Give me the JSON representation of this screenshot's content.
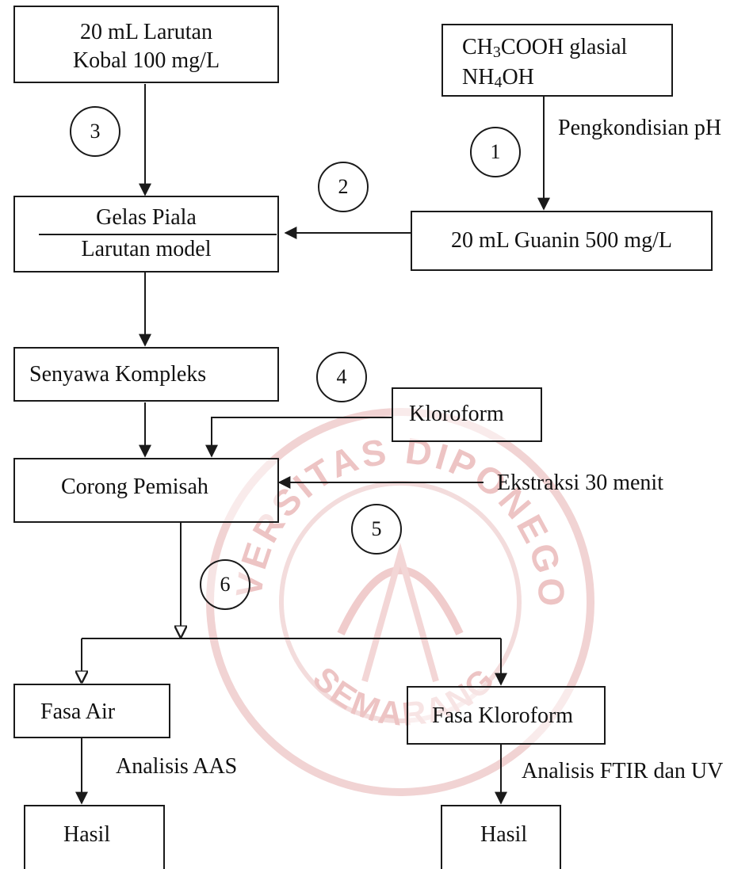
{
  "boxes": {
    "kobalt_line1": "20 mL Larutan",
    "kobalt_line2": "Kobal 100 mg/L",
    "acid_prefix": "CH",
    "acid_sub": "3",
    "acid_suffix": "COOH glasial",
    "base_prefix": "NH",
    "base_sub": "4",
    "base_suffix": "OH",
    "guanin": "20 mL Guanin 500 mg/L",
    "gelas_top": "Gelas Piala",
    "gelas_bottom": "Larutan model",
    "senyawa": "Senyawa Kompleks",
    "kloroform": "Kloroform",
    "corong": "Corong Pemisah",
    "fasa_air": "Fasa Air",
    "fasa_kloroform": "Fasa Kloroform",
    "hasil_left": "Hasil",
    "hasil_right": "Hasil"
  },
  "labels": {
    "ph": "Pengkondisian pH",
    "ekstraksi": "Ekstraksi 30 menit",
    "aas": "Analisis AAS",
    "ftir": "Analisis FTIR dan UV"
  },
  "steps": [
    "1",
    "2",
    "3",
    "4",
    "5",
    "6"
  ],
  "watermark": {
    "top_text": "UNIVERSITAS DIPONEGORO",
    "bottom_text": "SEMARANG"
  },
  "colors": {
    "ink": "#1a1a1a",
    "watermark": "#e8b8b8"
  }
}
